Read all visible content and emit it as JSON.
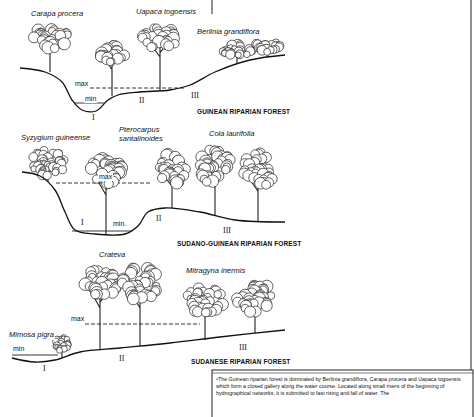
{
  "diagram": {
    "caption": "ᵃThe Guinean riparian forest is dominated by Berlinia grandiflora, Carapa procera and Uapaca togoensis which form a closed gallery along the water course. Located along small rivers of the beginning of hydrographical networks, it is submitted to fast rising and fall of water. The",
    "labels": [
      "Carapa procera",
      "Uapaca togoensis",
      "Berlinia grandiflora",
      "max",
      "min",
      "I",
      "II",
      "III",
      "GUINEAN RIPARIAN FOREST",
      "Syzygium guineense",
      "Pterocarpus santalinoides",
      "Cola laurifolia",
      "max",
      "min.",
      "I",
      "II",
      "III",
      "SUDANO-GUINEAN RIPARIAN FOREST",
      "Crateva",
      "Mitragyna inermis",
      "max",
      "Mimosa pigra",
      "min",
      "I",
      "II",
      "III",
      "SUDANESE RIPARIAN FOREST"
    ]
  }
}
